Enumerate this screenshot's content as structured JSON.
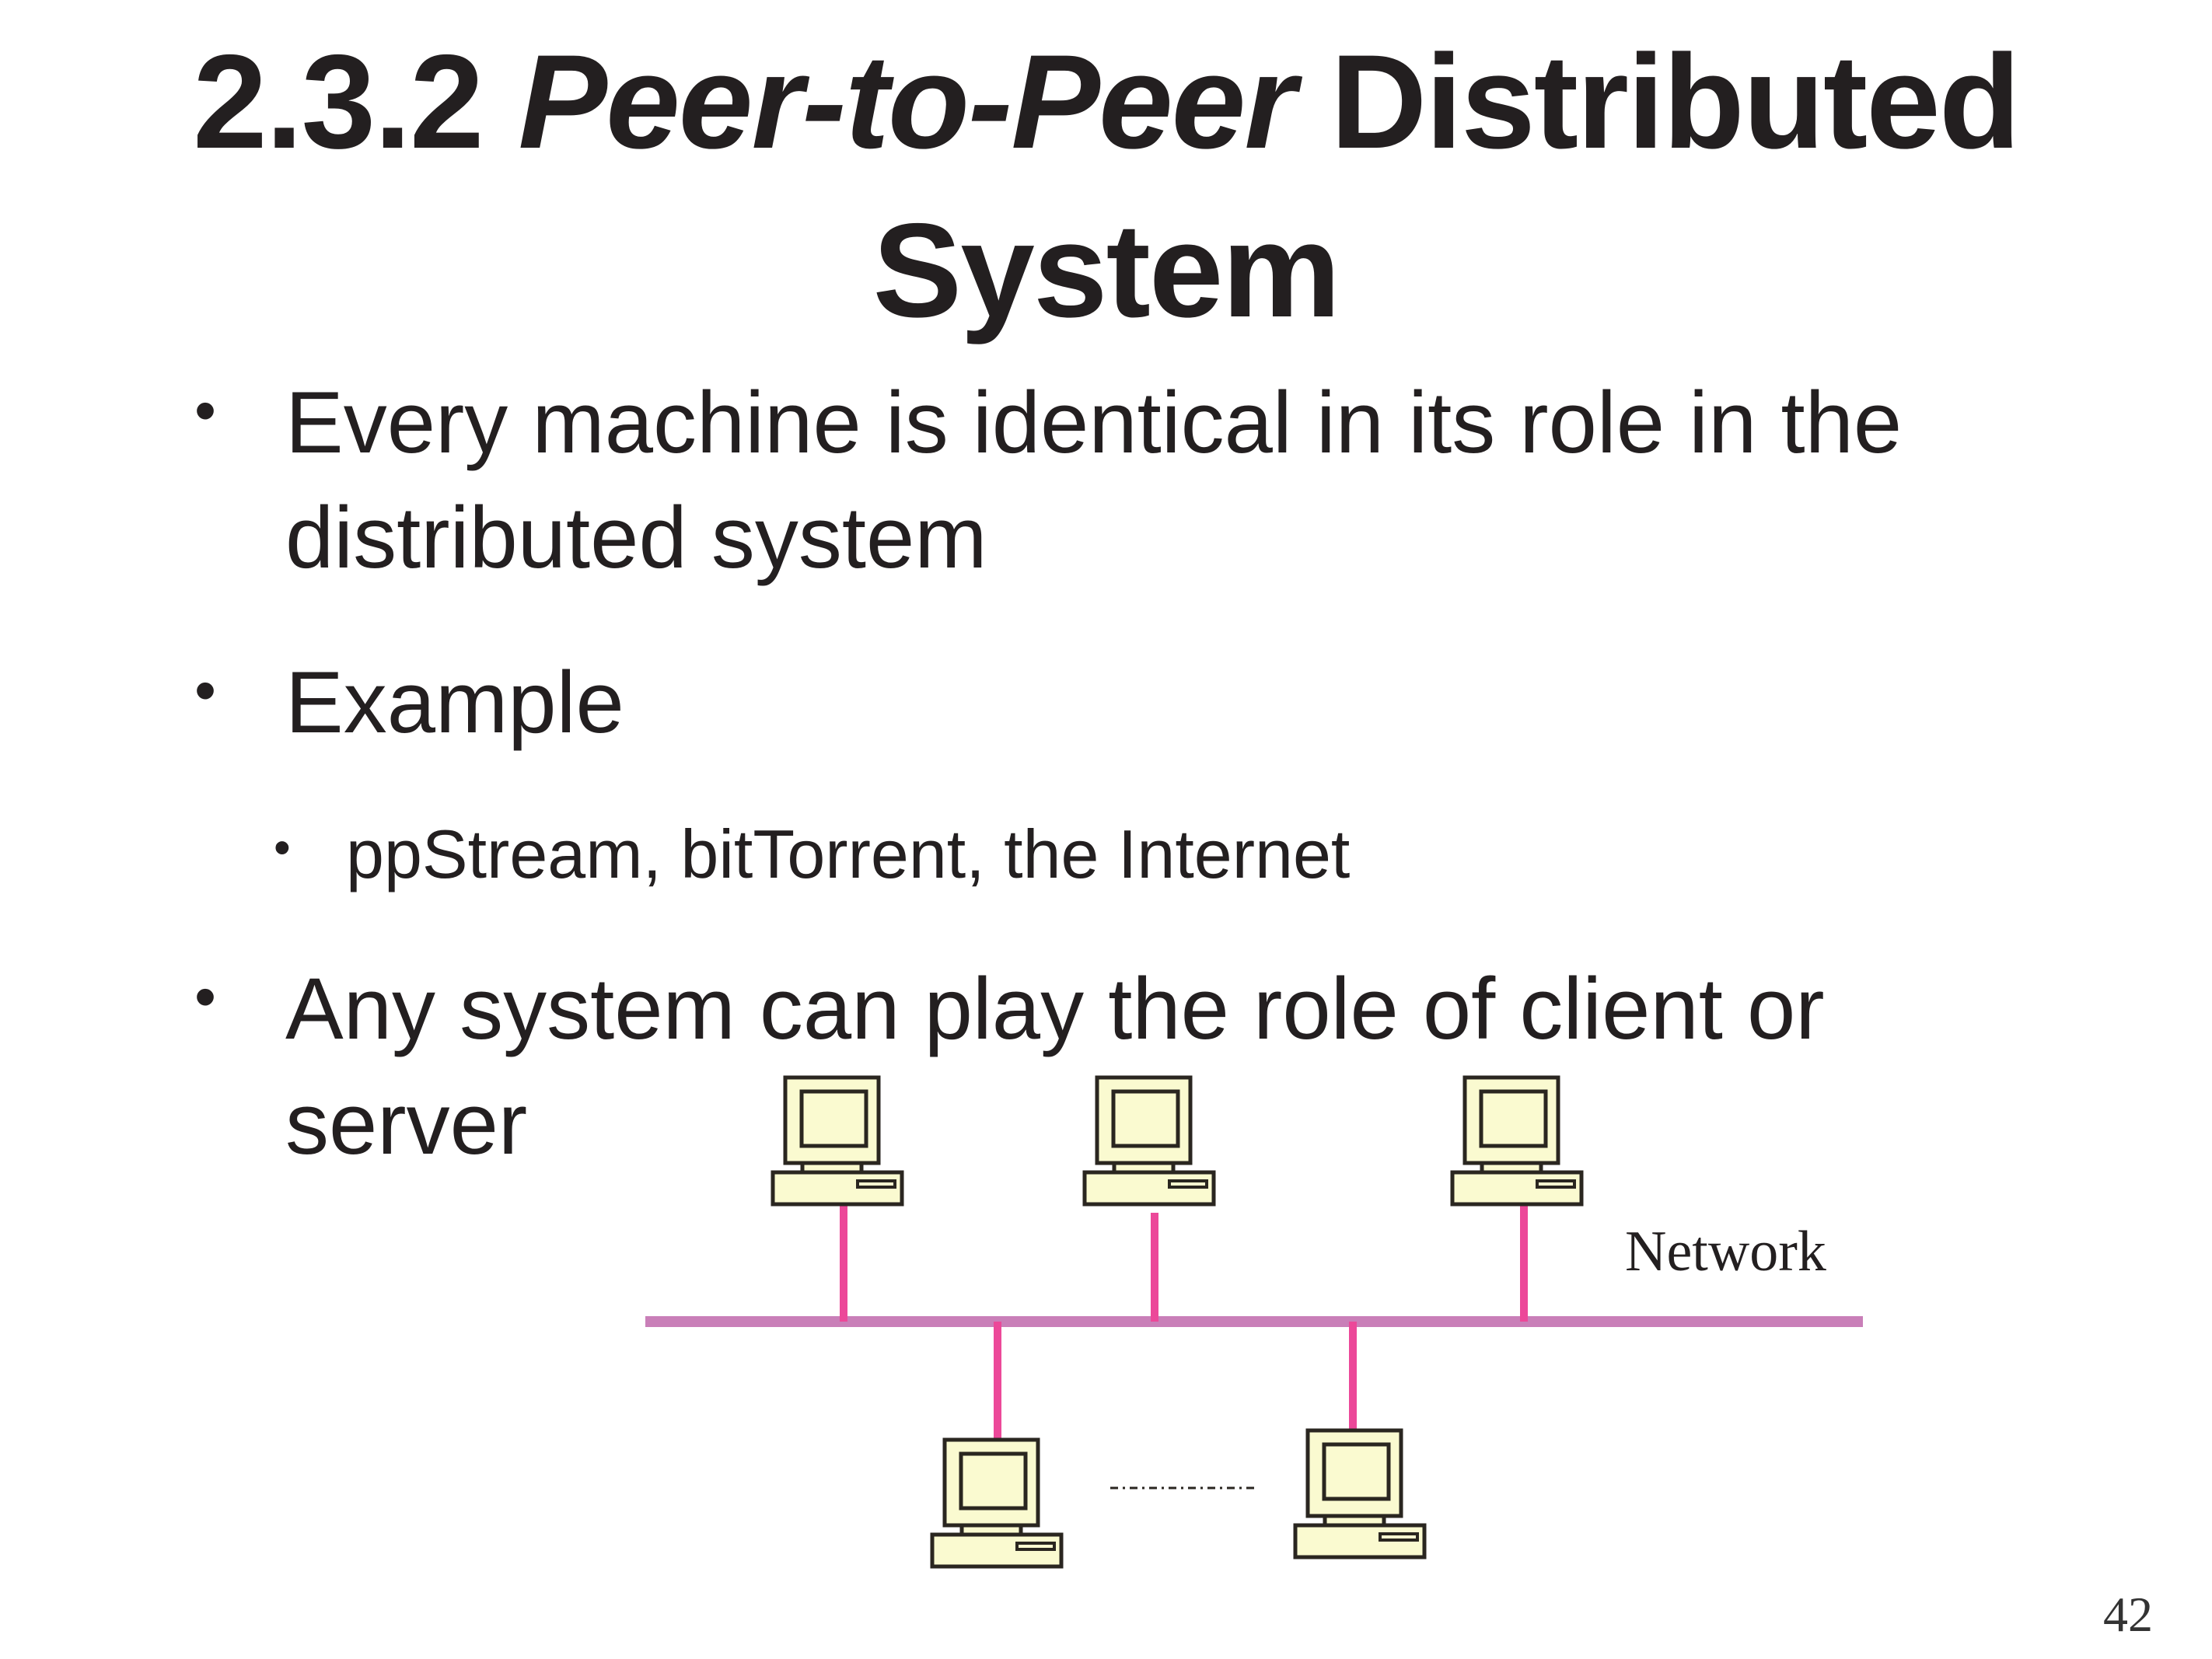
{
  "slide": {
    "title_number": "2.3.2",
    "title_italic": "Peer-to-Peer",
    "title_rest": "Distributed",
    "title_line2": "System",
    "bullets": [
      {
        "text": "Every machine is identical in its role in the distributed system"
      },
      {
        "text": "Example",
        "sub": [
          "ppStream, bitTorrent, the Internet"
        ]
      },
      {
        "text": "Any system can play the role of client or server"
      }
    ],
    "diagram": {
      "network_label": "Network",
      "computer_count": 5,
      "colors": {
        "bus": "#c97fb8",
        "link": "#ec4899",
        "computer_fill": "#fafad0",
        "outline": "#2a2620"
      }
    },
    "page_number": "42"
  }
}
